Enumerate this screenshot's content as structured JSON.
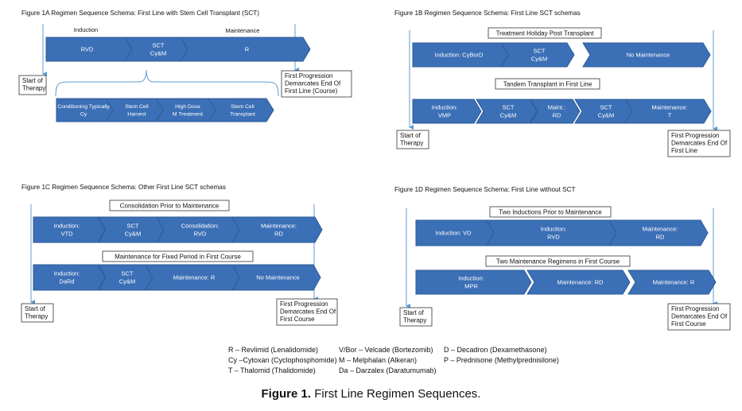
{
  "figures": {
    "a": {
      "title": "Figure 1A Regimen Sequence Schema: First Line with Stem Cell Transplant (SCT)",
      "phase_induction": "Induction",
      "phase_maintenance": "Maintenance",
      "steps": [
        "RVD",
        "SCT Cy&M",
        "R"
      ],
      "sub_steps": [
        "Conditioning Typically Cy",
        "Stem Cell Harvest",
        "High Dose M Treatment",
        "Stem Cell Transplant"
      ],
      "start_label": "Start of Therapy",
      "end_label": "First Progression Demarcates End Of First Line (Course)"
    },
    "b": {
      "title": "Figure 1B Regimen Sequence Schema: First Line SCT schemas",
      "box1": "Treatment Holiday Post Transplant",
      "row1": [
        "Induction: CyBorD",
        "SCT Cy&M",
        "No Maintenance"
      ],
      "box2": "Tandem Transplant in First Line",
      "row2": [
        "Induction: VMP",
        "SCT Cy&M",
        "Maint.: RD",
        "SCT Cy&M",
        "Maintenance: T"
      ],
      "start_label": "Start of Therapy",
      "end_label": "First Progression Demarcates End Of First Line"
    },
    "c": {
      "title": "Figure 1C Regimen Sequence Schema: Other First Line SCT schemas",
      "box1": "Consolidation Prior to Maintenance",
      "row1": [
        "Induction: VTD",
        "SCT Cy&M",
        "Consolidation: RVD",
        "Maintenance: RD"
      ],
      "box2": "Maintenance for Fixed Period in First Course",
      "row2": [
        "Induction: DaRd",
        "SCT Cy&M",
        "Maintenance: R",
        "No Maintenance"
      ],
      "start_label": "Start of Therapy",
      "end_label": "First Progression Demarcates End Of First Course"
    },
    "d": {
      "title": "Figure 1D Regimen Sequence Schema: First Line without SCT",
      "box1": "Two Inductions Prior to Maintenance",
      "row1": [
        "Induction: VD",
        "Induction: RVD",
        "Maintenance: RD"
      ],
      "box2": "Two Maintenance Regimens in First Course",
      "row2": [
        "Induction: MPR",
        "Maintenance: RD",
        "Maintenance: R"
      ],
      "start_label": "Start of Therapy",
      "end_label": "First Progression Demarcates End Of First Course"
    }
  },
  "legend": {
    "col1": [
      "R – Revlimid (Lenalidomide)",
      "Cy –Cytoxan (Cyclophosphomide)",
      "T – Thalomid (Thalidomide)"
    ],
    "col2": [
      "V/Bor – Velcade (Bortezomib)",
      "M – Melphalan (Alkeran)",
      "Da – Darzalex (Daratumumab)"
    ],
    "col3": [
      "D – Decadron (Dexamethasone)",
      "P – Prednisone (Methylprednisilone)"
    ]
  },
  "caption": {
    "label": "Figure 1.",
    "text": " First Line Regimen Sequences."
  },
  "colors": {
    "arrow_fill": "#3b6fb6",
    "arrow_stroke": "#2e5b97",
    "line": "#5b9bd5"
  }
}
